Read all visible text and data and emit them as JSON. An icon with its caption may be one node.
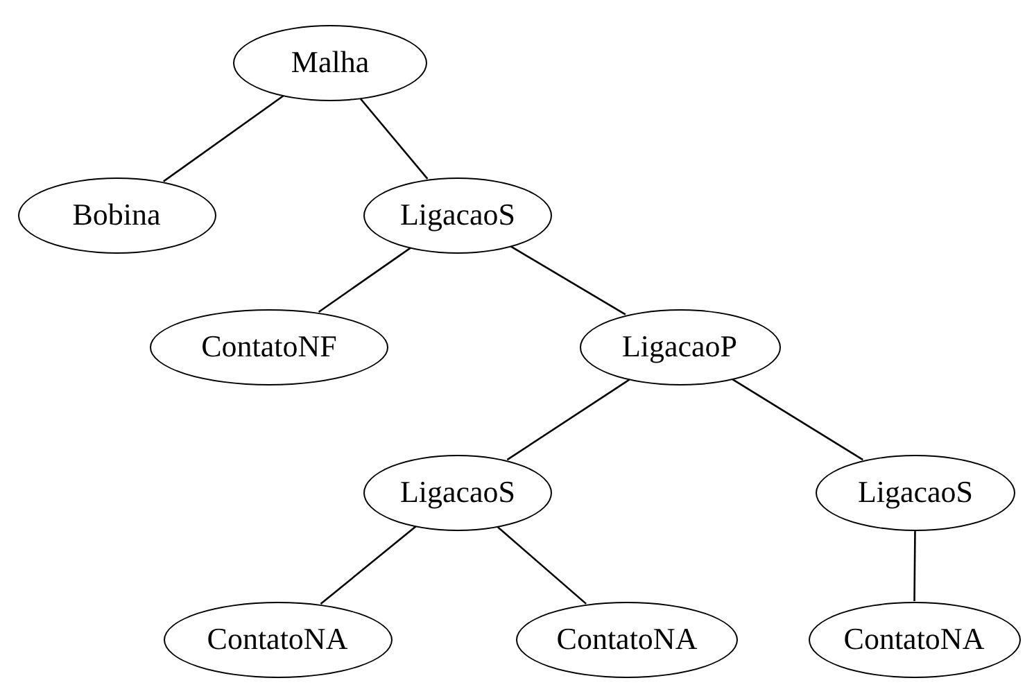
{
  "diagram": {
    "nodes": [
      {
        "text": [
          "Malha"
        ]
      },
      {
        "text": [
          "Bobina"
        ]
      },
      {
        "text": [
          "LigacaoS"
        ]
      },
      {
        "text": [
          "ContatoNF"
        ]
      },
      {
        "text": [
          "LigacaoP"
        ]
      },
      {
        "text": [
          "LigacaoS"
        ]
      },
      {
        "text": [
          "LigacaoS"
        ]
      },
      {
        "text": [
          "ContatoNA"
        ]
      },
      {
        "text": [
          "ContatoNA"
        ]
      },
      {
        "text": [
          "ContatoNA"
        ]
      }
    ],
    "edges": [
      {
        "from": 0,
        "to": 1,
        "arrow": "none"
      },
      {
        "from": 0,
        "to": 2,
        "arrow": "none"
      },
      {
        "from": 2,
        "to": 3,
        "arrow": "none"
      },
      {
        "from": 2,
        "to": 4,
        "arrow": "none"
      },
      {
        "from": 4,
        "to": 5,
        "arrow": "none"
      },
      {
        "from": 4,
        "to": 6,
        "arrow": "none"
      },
      {
        "from": 5,
        "to": 7,
        "arrow": "none"
      },
      {
        "from": 5,
        "to": 8,
        "arrow": "none"
      },
      {
        "from": 6,
        "to": 9,
        "arrow": "none"
      }
    ]
  }
}
